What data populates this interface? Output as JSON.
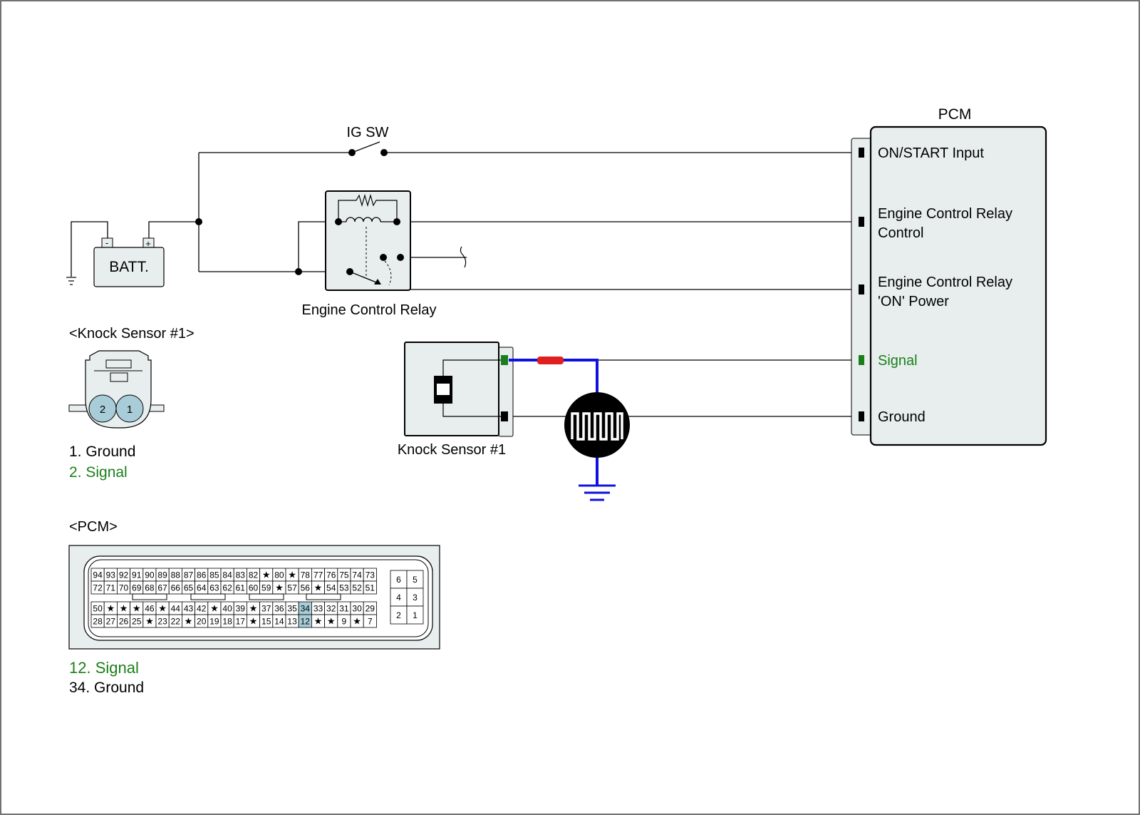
{
  "labels": {
    "ig_sw": "IG SW",
    "batt": "BATT.",
    "batt_minus": "-",
    "batt_plus": "+",
    "relay": "Engine Control Relay",
    "pcm": "PCM",
    "knock_sensor": "Knock Sensor #1"
  },
  "pcm_pins": [
    {
      "label": "ON/START Input",
      "color": "#000000"
    },
    {
      "label": "Engine Control Relay",
      "label2": "Control",
      "color": "#000000"
    },
    {
      "label": "Engine Control Relay",
      "label2": "'ON' Power",
      "color": "#000000"
    },
    {
      "label": "Signal",
      "color": "#1a7f1a"
    },
    {
      "label": "Ground",
      "color": "#000000"
    }
  ],
  "knock_connector": {
    "title": "<Knock Sensor #1>",
    "pins": [
      "2",
      "1"
    ],
    "legend": [
      {
        "text": "1. Ground",
        "color": "#000000"
      },
      {
        "text": "2. Signal",
        "color": "#1a7f1a"
      }
    ]
  },
  "pcm_connector": {
    "title": "<PCM>",
    "rows": [
      [
        "94",
        "93",
        "92",
        "91",
        "90",
        "89",
        "88",
        "87",
        "86",
        "85",
        "84",
        "83",
        "82",
        "★",
        "80",
        "★",
        "78",
        "77",
        "76",
        "75",
        "74",
        "73"
      ],
      [
        "72",
        "71",
        "70",
        "69",
        "68",
        "67",
        "66",
        "65",
        "64",
        "63",
        "62",
        "61",
        "60",
        "59",
        "★",
        "57",
        "56",
        "★",
        "54",
        "53",
        "52",
        "51"
      ],
      [
        "50",
        "★",
        "★",
        "★",
        "46",
        "★",
        "44",
        "43",
        "42",
        "★",
        "40",
        "39",
        "★",
        "37",
        "36",
        "35",
        "34",
        "33",
        "32",
        "31",
        "30",
        "29"
      ],
      [
        "28",
        "27",
        "26",
        "25",
        "★",
        "23",
        "22",
        "★",
        "20",
        "19",
        "18",
        "17",
        "★",
        "15",
        "14",
        "13",
        "12",
        "★",
        "★",
        "9",
        "★",
        "7"
      ]
    ],
    "highlight": [
      "34",
      "12"
    ],
    "small_block": [
      [
        "6",
        "5"
      ],
      [
        "4",
        "3"
      ],
      [
        "2",
        "1"
      ]
    ],
    "legend": [
      {
        "text": "12. Signal",
        "color": "#1a7f1a"
      },
      {
        "text": "34. Ground",
        "color": "#000000"
      }
    ]
  },
  "colors": {
    "signal_green": "#1a7f1a",
    "shield_blue": "#1010e0",
    "twist_red": "#e02020",
    "component_fill": "#e8eeee",
    "highlight_pin": "#a8cdd8"
  }
}
